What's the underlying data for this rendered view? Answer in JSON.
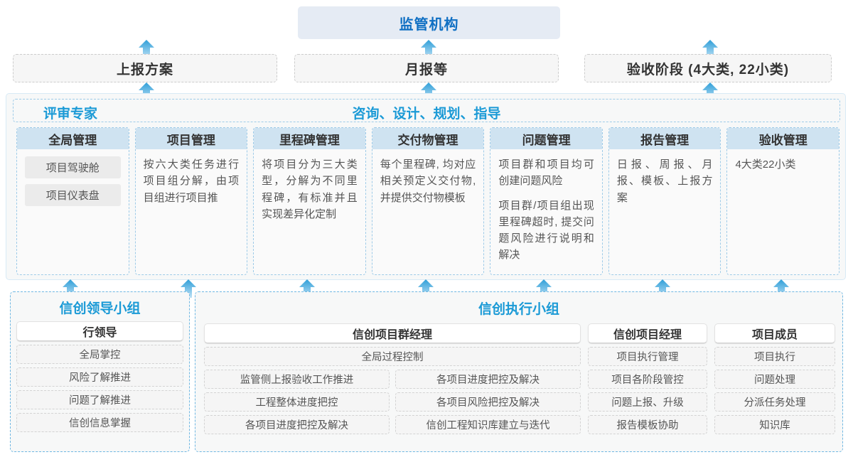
{
  "authority": {
    "label": "监管机构"
  },
  "reports": [
    {
      "label": "上报方案"
    },
    {
      "label": "月报等"
    },
    {
      "label": "验收阶段 (4大类, 22小类)"
    }
  ],
  "middle": {
    "left_label": "评审专家",
    "center_label": "咨询、设计、规划、指导",
    "cards": [
      {
        "title": "全局管理",
        "chips": [
          "项目驾驶舱",
          "项目仪表盘"
        ],
        "paragraphs": []
      },
      {
        "title": "项目管理",
        "chips": [],
        "paragraphs": [
          "按六大类任务进行项目组分解，由项目组进行项目推"
        ]
      },
      {
        "title": "里程碑管理",
        "chips": [],
        "paragraphs": [
          "将项目分为三大类型，分解为不同里程碑，有标准并且实现差异化定制"
        ]
      },
      {
        "title": "交付物管理",
        "chips": [],
        "paragraphs": [
          "每个里程碑, 均对应相关预定义交付物, 并提供交付物模板"
        ]
      },
      {
        "title": "问题管理",
        "chips": [],
        "paragraphs": [
          "项目群和项目均可创建问题风险",
          "项目群/项目组出现里程碑超时, 提交问题风险进行说明和解决"
        ]
      },
      {
        "title": "报告管理",
        "chips": [],
        "paragraphs": [
          "日报、周报、月报、模板、上报方案"
        ]
      },
      {
        "title": "验收管理",
        "chips": [],
        "paragraphs": [
          "4大类22小类"
        ]
      }
    ]
  },
  "bottom": {
    "leader_group": {
      "title": "信创领导小组",
      "header": "行领导",
      "items": [
        "全局掌控",
        "风险了解推进",
        "问题了解推进",
        "信创信息掌握"
      ]
    },
    "exec_group": {
      "title": "信创执行小组",
      "program_manager": {
        "header": "信创项目群经理",
        "full_width_item": "全局过程控制",
        "left_items": [
          "监管侧上报验收工作推进",
          "工程整体进度把控",
          "各项目进度把控及解决"
        ],
        "right_items": [
          "各项目进度把控及解决",
          "各项目风险把控及解决",
          "信创工程知识库建立与迭代"
        ]
      },
      "project_manager": {
        "header": "信创项目经理",
        "items": [
          "项目执行管理",
          "项目各阶段管控",
          "问题上报、升级",
          "报告模板协助"
        ]
      },
      "project_member": {
        "header": "项目成员",
        "items": [
          "项目执行",
          "问题处理",
          "分派任务处理",
          "知识库"
        ]
      }
    }
  },
  "colors": {
    "accent_blue": "#1b9ad6",
    "authority_text": "#0f6fc3",
    "authority_bg": "#e5ebf4",
    "card_header_bg": "#cfe3f1",
    "arrow": "#3fa9dd"
  }
}
